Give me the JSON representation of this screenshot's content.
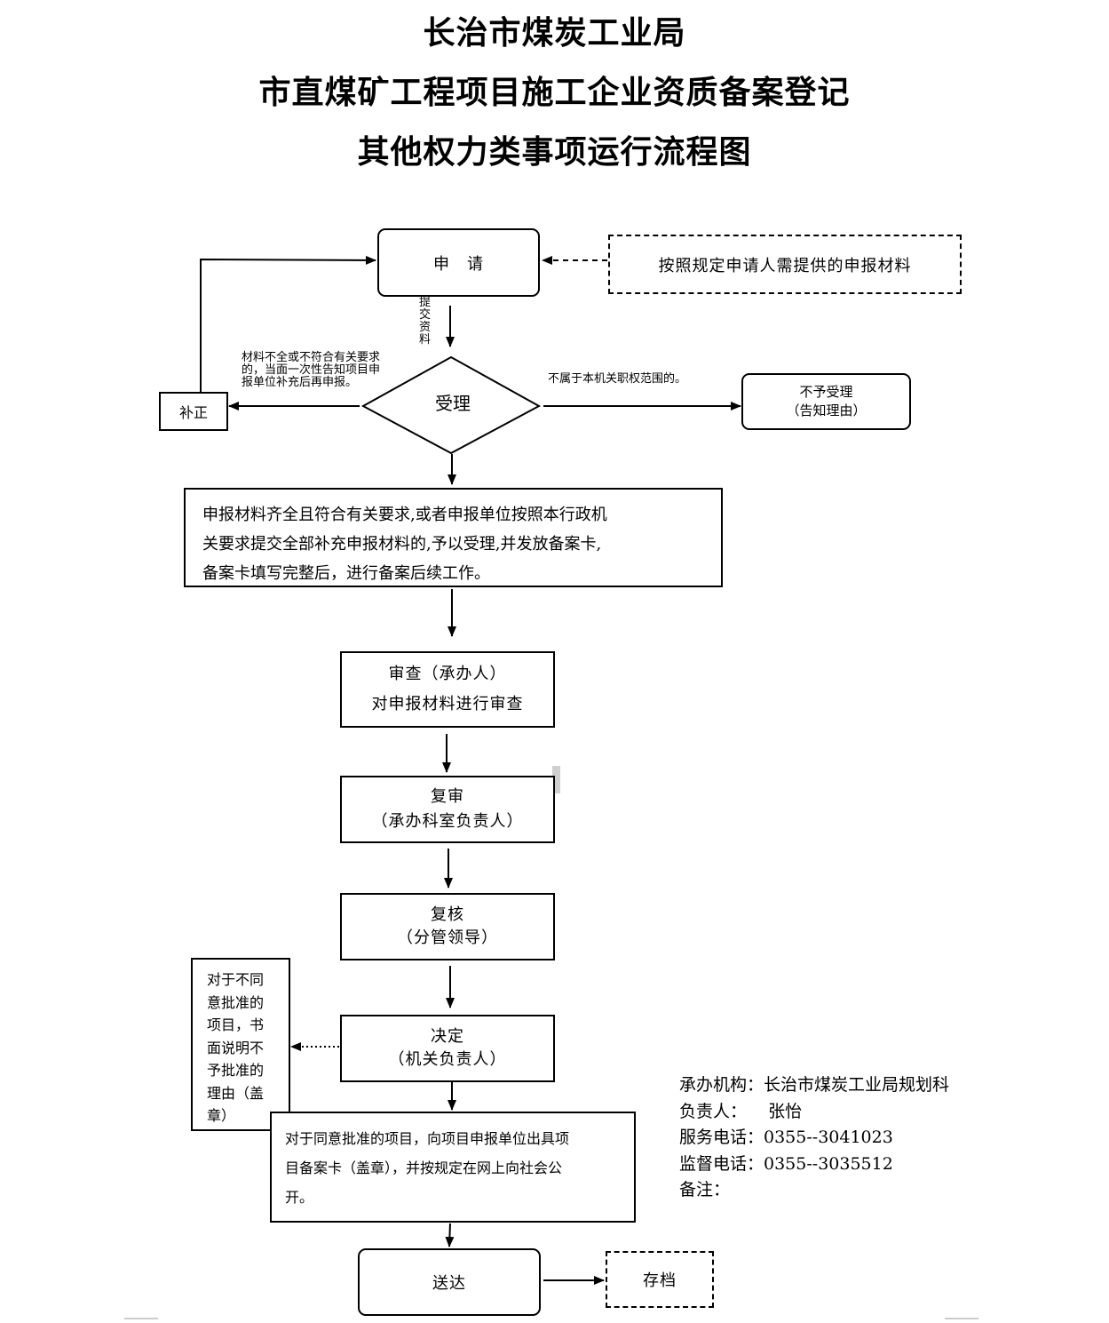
{
  "header": {
    "line1": "长治市煤炭工业局",
    "line2": "市直煤矿工程项目施工企业资质备案登记",
    "line3": "其他权力类事项运行流程图"
  },
  "nodes": {
    "apply": "申　请",
    "materials_note": "按照规定申请人需提供的申报材料",
    "accept": "受理",
    "correct": "补正",
    "reject_line1": "不予受理",
    "reject_line2": "（告知理由）",
    "accepted_desc": [
      "申报材料齐全且符合有关要求,或者申报单位按照本行政机",
      "关要求提交全部补充申报材料的,予以受理,并发放备案卡,",
      "备案卡填写完整后，进行备案后续工作。"
    ],
    "review_line1": "审查（承办人）",
    "review_line2": "对申报材料进行审查",
    "recheck_line1": "复审",
    "recheck_line2": "（承办科室负责人）",
    "verify_line1": "复核",
    "verify_line2": "（分管领导）",
    "decide_line1": "决定",
    "decide_line2": "（机关负责人）",
    "disapprove_note": [
      "对于不同",
      "意批准的",
      "项目，书",
      "面说明不",
      "予批准的",
      "理由（盖",
      "章）"
    ],
    "approve_note": [
      "对于同意批准的项目，向项目申报单位出具项",
      "目备案卡（盖章），并按规定在网上向社会公",
      "开。"
    ],
    "deliver": "送达",
    "archive": "存档"
  },
  "edge_labels": {
    "submit": "提交资料",
    "incomplete": [
      "材料不全或不符合有关要求",
      "的，当面一次性告知项目申",
      "报单位补充后再申报。"
    ],
    "out_of_scope": "不属于本机关职权范围的。"
  },
  "contact": {
    "org": "承办机构：长治市煤炭工业局规划科",
    "person": "负责人：    张怡",
    "service_phone": "服务电话：0355--3041023",
    "supervise_phone": "监督电话：0355--3035512",
    "remark": "备注："
  }
}
